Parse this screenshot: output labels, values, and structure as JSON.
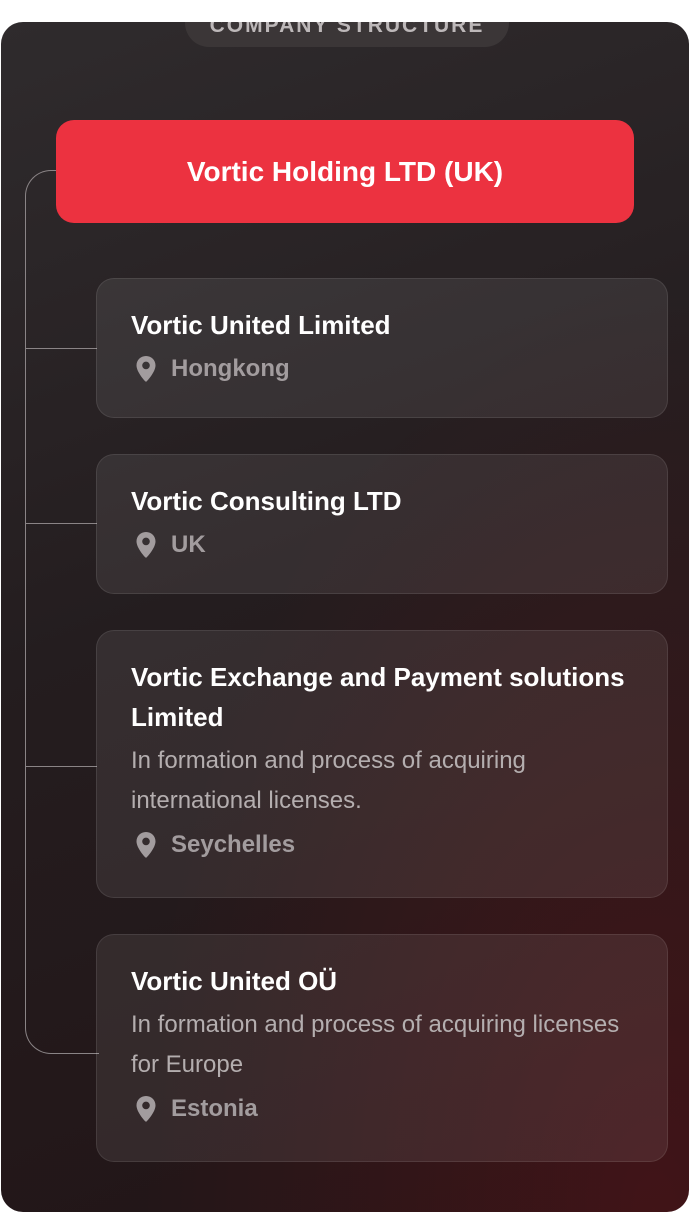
{
  "section_title": "COMPANY STRUCTURE",
  "root": {
    "name": "Vortic Holding LTD (UK)"
  },
  "subsidiaries": [
    {
      "name": "Vortic United Limited",
      "description": "",
      "location": "Hongkong"
    },
    {
      "name": "Vortic Consulting LTD",
      "description": "",
      "location": "UK"
    },
    {
      "name": "Vortic Exchange and Payment solutions Limited",
      "description": "In formation and process of acquiring international licenses.",
      "location": "Seychelles"
    },
    {
      "name": "Vortic United OÜ",
      "description": "In formation and process of acquiring licenses for Europe",
      "location": "Estonia"
    }
  ],
  "colors": {
    "root_node": "#ec3240",
    "background_dark": "#241d1f",
    "card_text": "#ffffff",
    "muted_text": "#a29c9e"
  },
  "icons": {
    "location": "map-pin-icon"
  }
}
